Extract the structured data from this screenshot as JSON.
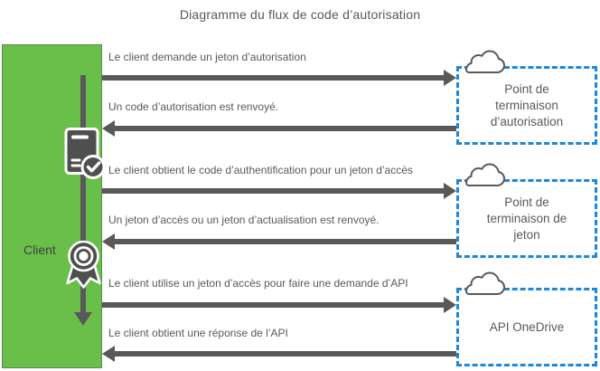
{
  "title": "Diagramme du flux de code d’autorisation",
  "client": {
    "label": "Client"
  },
  "flows": [
    {
      "label": "Le client demande un jeton d’autorisation",
      "direction": "right",
      "from": "Client",
      "to": "Point de terminaison d’autorisation"
    },
    {
      "label": "Un code d’autorisation est renvoyé.",
      "direction": "left",
      "from": "Point de terminaison d’autorisation",
      "to": "Client"
    },
    {
      "label": "Le client obtient le code d’authentification pour un jeton d’accès",
      "direction": "right",
      "from": "Client",
      "to": "Point de terminaison de jeton"
    },
    {
      "label": "Un jeton d’accès ou un jeton d’actualisation est renvoyé.",
      "direction": "left",
      "from": "Point de terminaison de jeton",
      "to": "Client"
    },
    {
      "label": "Le client utilise un jeton d’accès pour faire une demande d’API",
      "direction": "right",
      "from": "Client",
      "to": "API OneDrive"
    },
    {
      "label": "Le client obtient une réponse de l’API",
      "direction": "left",
      "from": "API OneDrive",
      "to": "Client"
    }
  ],
  "endpoints": [
    {
      "label": "Point de terminaison d’autorisation",
      "icon": "cloud-icon"
    },
    {
      "label": "Point de terminaison de jeton",
      "icon": "cloud-icon"
    },
    {
      "label": "API OneDrive",
      "icon": "cloud-icon"
    }
  ],
  "client_icons": [
    {
      "name": "server-check-icon"
    },
    {
      "name": "award-ribbon-icon"
    }
  ],
  "colors": {
    "client_fill": "#6abf4b",
    "client_border": "#5d8a4a",
    "endpoint_border": "#1f86d8",
    "arrow": "#595959",
    "text": "#595959",
    "icon_fill": "#4f4f4f"
  }
}
